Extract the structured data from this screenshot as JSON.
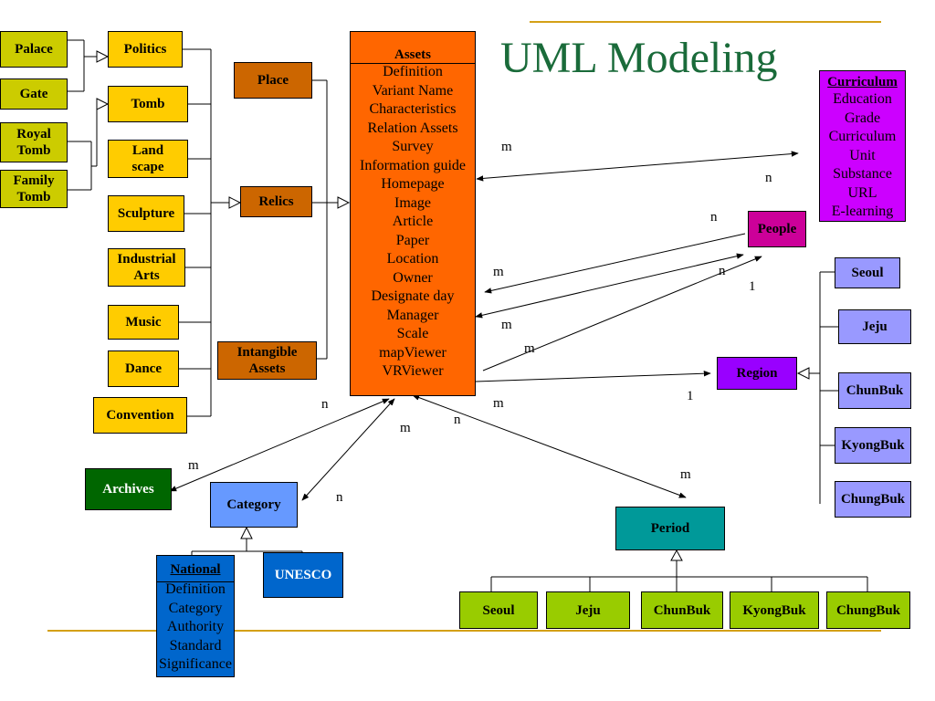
{
  "title": "UML Modeling",
  "assets": {
    "title": "Assets",
    "attributes": [
      "Definition",
      "Variant Name",
      "Characteristics",
      "Relation Assets",
      "Survey",
      "Information guide",
      "Homepage",
      "Image",
      "Article",
      "Paper",
      "Location",
      "Owner",
      "Designate day",
      "Manager",
      "Scale",
      "mapViewer",
      "VRViewer"
    ]
  },
  "curriculum": {
    "title": "Curriculum",
    "attributes": [
      "Education",
      "Grade",
      "Curriculum",
      "Unit",
      "Substance",
      "URL",
      "E-learning"
    ]
  },
  "national": {
    "title": "National",
    "attributes": [
      "Definition",
      "Category",
      "Authority",
      "Standard",
      "Significance"
    ]
  },
  "left_boxes": {
    "palace": "Palace",
    "gate": "Gate",
    "royal_tomb": "Royal Tomb",
    "family_tomb": "Family Tomb",
    "politics": "Politics",
    "tomb": "Tomb",
    "landscape": "Land scape",
    "sculpture": "Sculpture",
    "industrial_arts": "Industrial Arts",
    "music": "Music",
    "dance": "Dance",
    "convention": "Convention",
    "place": "Place",
    "relics": "Relics",
    "intangible_assets": "Intangible Assets"
  },
  "entities": {
    "people": "People",
    "region": "Region",
    "archives": "Archives",
    "category": "Category",
    "unesco": "UNESCO",
    "period": "Period"
  },
  "regions": [
    "Seoul",
    "Jeju",
    "ChunBuk",
    "KyongBuk",
    "ChungBuk"
  ],
  "periods": [
    "Seoul",
    "Jeju",
    "ChunBuk",
    "KyongBuk",
    "ChungBuk"
  ],
  "multiplicities": {
    "curriculum_m": "m",
    "curriculum_n": "n",
    "people_n": "n",
    "people_n2": "n",
    "people_1": "1",
    "assets_m1": "m",
    "assets_m2": "m",
    "assets_m3": "m",
    "region_1": "1",
    "region_m": "m",
    "archives_n": "n",
    "archives_m": "m",
    "category_m": "m",
    "category_n": "n",
    "period_n": "n",
    "period_m": "m"
  },
  "colors": {
    "title": "#1a6b3a",
    "rule": "#d4a017",
    "olive": "#cccc00",
    "yellow": "#ffcc00",
    "brown": "#cc6600",
    "orange": "#ff6600",
    "violet": "#cc00ff",
    "magenta": "#cc0099",
    "lavender": "#9999ff",
    "purple": "#9900ff",
    "green": "#006600",
    "sky": "#6699ff",
    "blue": "#0066cc",
    "teal": "#009999",
    "lime": "#99cc00"
  }
}
